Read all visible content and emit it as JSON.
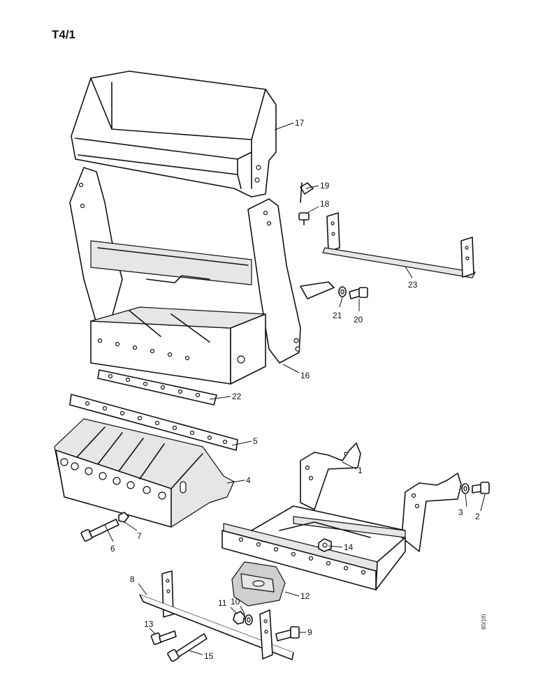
{
  "header": {
    "page_code": "T4/1"
  },
  "footer": {
    "part_code": "80/1f0"
  },
  "callouts": {
    "c1": "1",
    "c2": "2",
    "c3": "3",
    "c4": "4",
    "c5": "5",
    "c6": "6",
    "c7": "7",
    "c8": "8",
    "c9": "9",
    "c10": "10",
    "c11": "11",
    "c12": "12",
    "c13": "13",
    "c14": "14",
    "c15": "15",
    "c16": "16",
    "c17": "17",
    "c18": "18",
    "c19": "19",
    "c20": "20",
    "c21": "21",
    "c22": "22",
    "c23": "23"
  }
}
